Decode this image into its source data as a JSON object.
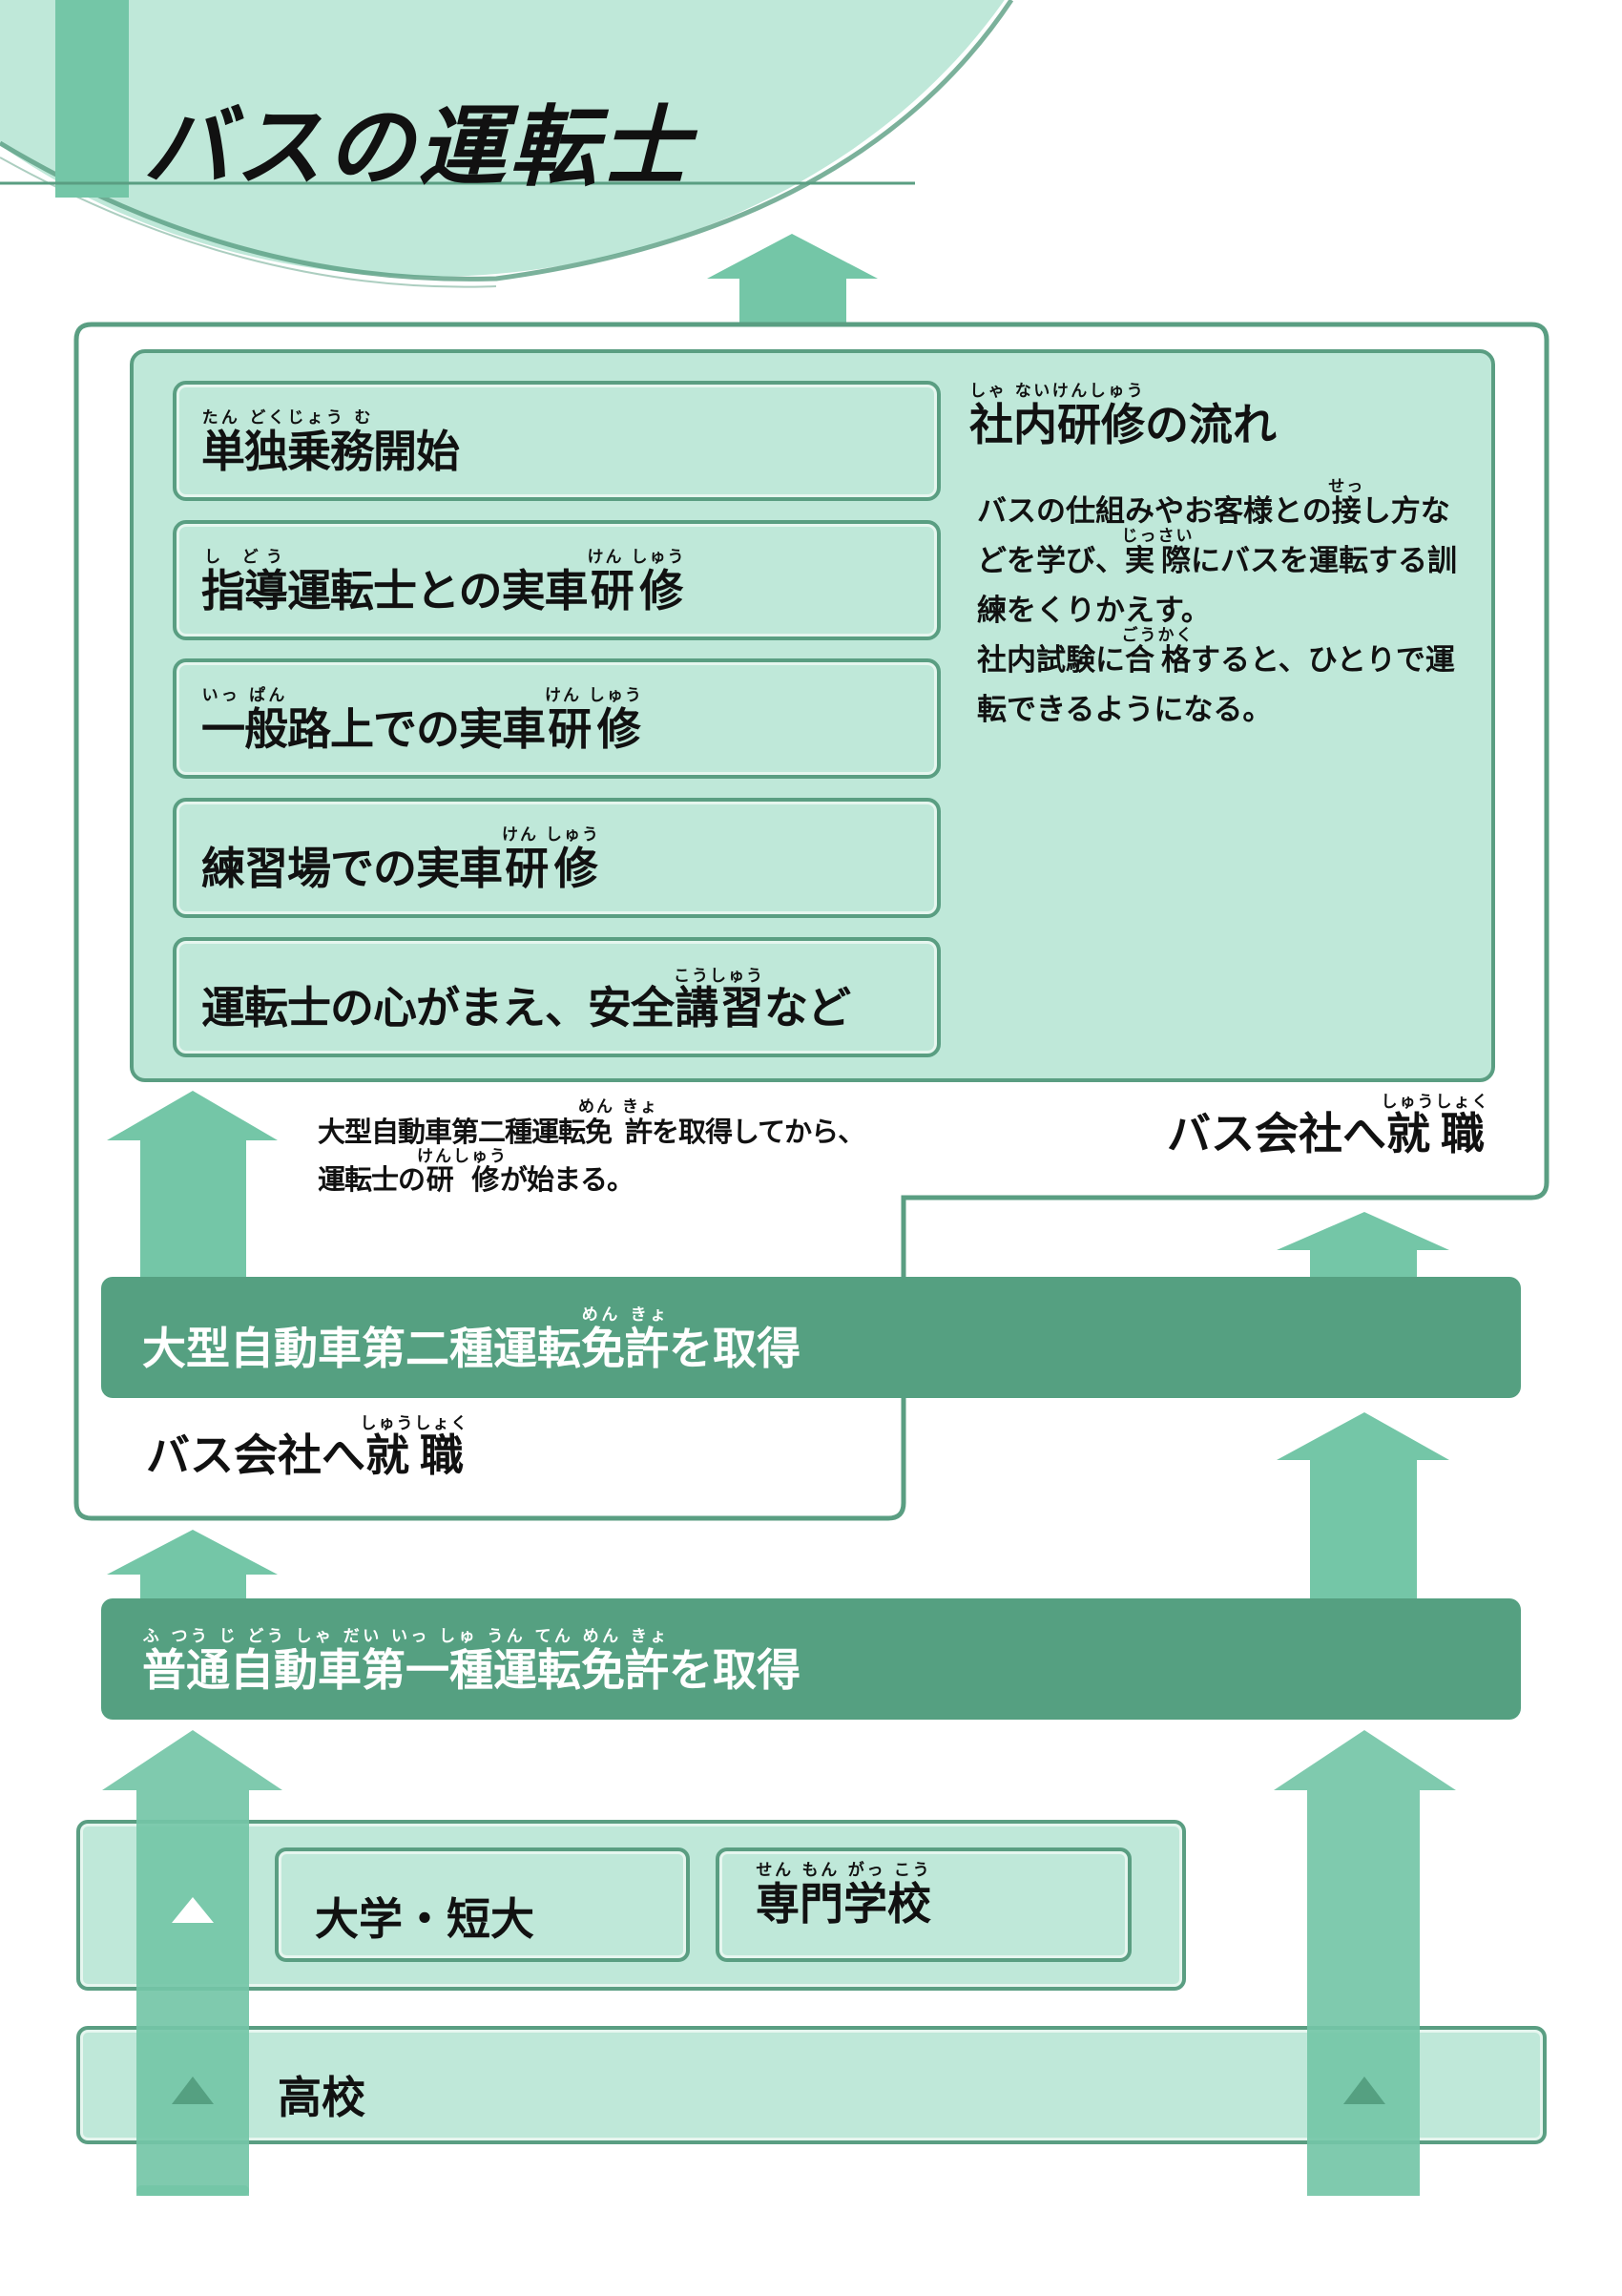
{
  "title": "バスの運転士",
  "colors": {
    "light": "#bfe8d9",
    "arrow": "#74c6a7",
    "band": "#55a081",
    "border": "#5a9e82"
  },
  "training_steps": [
    {
      "segments": [
        {
          "base": "単独乗務",
          "ruby": "たん どくじょう む"
        },
        {
          "base": "開始",
          "ruby": ""
        }
      ]
    },
    {
      "segments": [
        {
          "base": "指導",
          "ruby": "し どう"
        },
        {
          "base": "運転士との実車",
          "ruby": ""
        },
        {
          "base": "研修",
          "ruby": "けん しゅう"
        }
      ]
    },
    {
      "segments": [
        {
          "base": "一般",
          "ruby": "いっ ぱん"
        },
        {
          "base": "路上での実車",
          "ruby": ""
        },
        {
          "base": "研修",
          "ruby": "けん しゅう"
        }
      ]
    },
    {
      "segments": [
        {
          "base": "練習場での実車",
          "ruby": ""
        },
        {
          "base": "研修",
          "ruby": "けん しゅう"
        }
      ]
    },
    {
      "segments": [
        {
          "base": "運転士の心がまえ、安全",
          "ruby": ""
        },
        {
          "base": "講習",
          "ruby": "こうしゅう"
        },
        {
          "base": "など",
          "ruby": ""
        }
      ]
    }
  ],
  "training_flow": {
    "title_base": "社内研修",
    "title_ruby": "しゃ ないけんしゅう",
    "title_rest": "の流れ",
    "body": {
      "p1": "バスの仕組みやお客様との",
      "setsu_base": "接",
      "setsu_ruby": "せっ",
      "p2": "し方などを学び、",
      "jissai_base": "実際",
      "jissai_ruby": "じっさい",
      "p3": "にバスを運転する訓練をくりかえす。",
      "p4": "社内試験に",
      "goukaku_base": "合格",
      "goukaku_ruby": "ごうかく",
      "p5": "すると、ひとりで運転できるようになる。"
    }
  },
  "caption": {
    "l1a": "大型自動車第二種運転",
    "menkyo_base": "免許",
    "menkyo_ruby": "めん きょ",
    "l1b": "を取得してから、",
    "l2a": "運転士の",
    "kenshu_base": "研修",
    "kenshu_ruby": "けんしゅう",
    "l2b": "が始まる。"
  },
  "job": {
    "base_pre": "バス会社へ",
    "base": "就職",
    "ruby": "しゅうしょく"
  },
  "band_type2": {
    "pre": "大型自動車第二種運転",
    "base": "免許",
    "ruby": "めん きょ",
    "post": "を取得"
  },
  "band_type1": {
    "base": "普通自動車第一種運転免許",
    "ruby": "ふ つう じ どう しゃ だい いっ しゅ うん てん めん きょ",
    "post": "を取得"
  },
  "education": {
    "university": "大学・短大",
    "vocational_base": "専門学校",
    "vocational_ruby": "せん もん がっ こう",
    "high_school": "高校"
  }
}
